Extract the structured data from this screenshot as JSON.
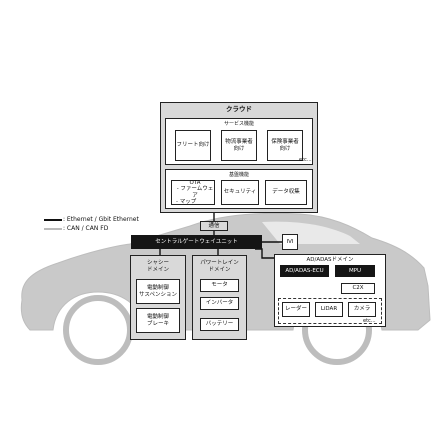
{
  "legend": {
    "ethernet": ": Ethernet / Gbit Ethernet",
    "can": ": CAN / CAN FD"
  },
  "cloud": {
    "title": "クラウド",
    "service": {
      "title": "サービス機能",
      "items": [
        "フリート向け",
        "物流事業者\n向け",
        "保険事業者\n向け"
      ],
      "etc": "etc..."
    },
    "base": {
      "title": "基盤機能",
      "ota": {
        "title": "OTA",
        "sub1": "- ファームウェア",
        "sub2": "- マップ"
      },
      "items": [
        "セキュリティ",
        "データ収集"
      ]
    }
  },
  "comm": "通信",
  "gateway": "セントラルゲートウェイユニット",
  "ivi": "IVI",
  "chassis": {
    "title": "シャシー\nドメイン",
    "items": [
      "電動制御\nサスペンション",
      "電動制御\nブレーキ"
    ]
  },
  "powertrain": {
    "title": "パワートレイン\nドメイン",
    "items": [
      "モータ",
      "インバータ",
      "バッテリー"
    ]
  },
  "adas": {
    "title": "AD/ADASドメイン",
    "ecu": "AD/ADAS-ECU",
    "mpu": "MPU",
    "c2x": "C2X",
    "sensors": [
      "レーダー",
      "LiDAR",
      "カメラ"
    ],
    "etc": "etc..."
  },
  "colors": {
    "car": "#c9c9c9",
    "panel": "#d9d9d9",
    "dark": "#151515"
  }
}
